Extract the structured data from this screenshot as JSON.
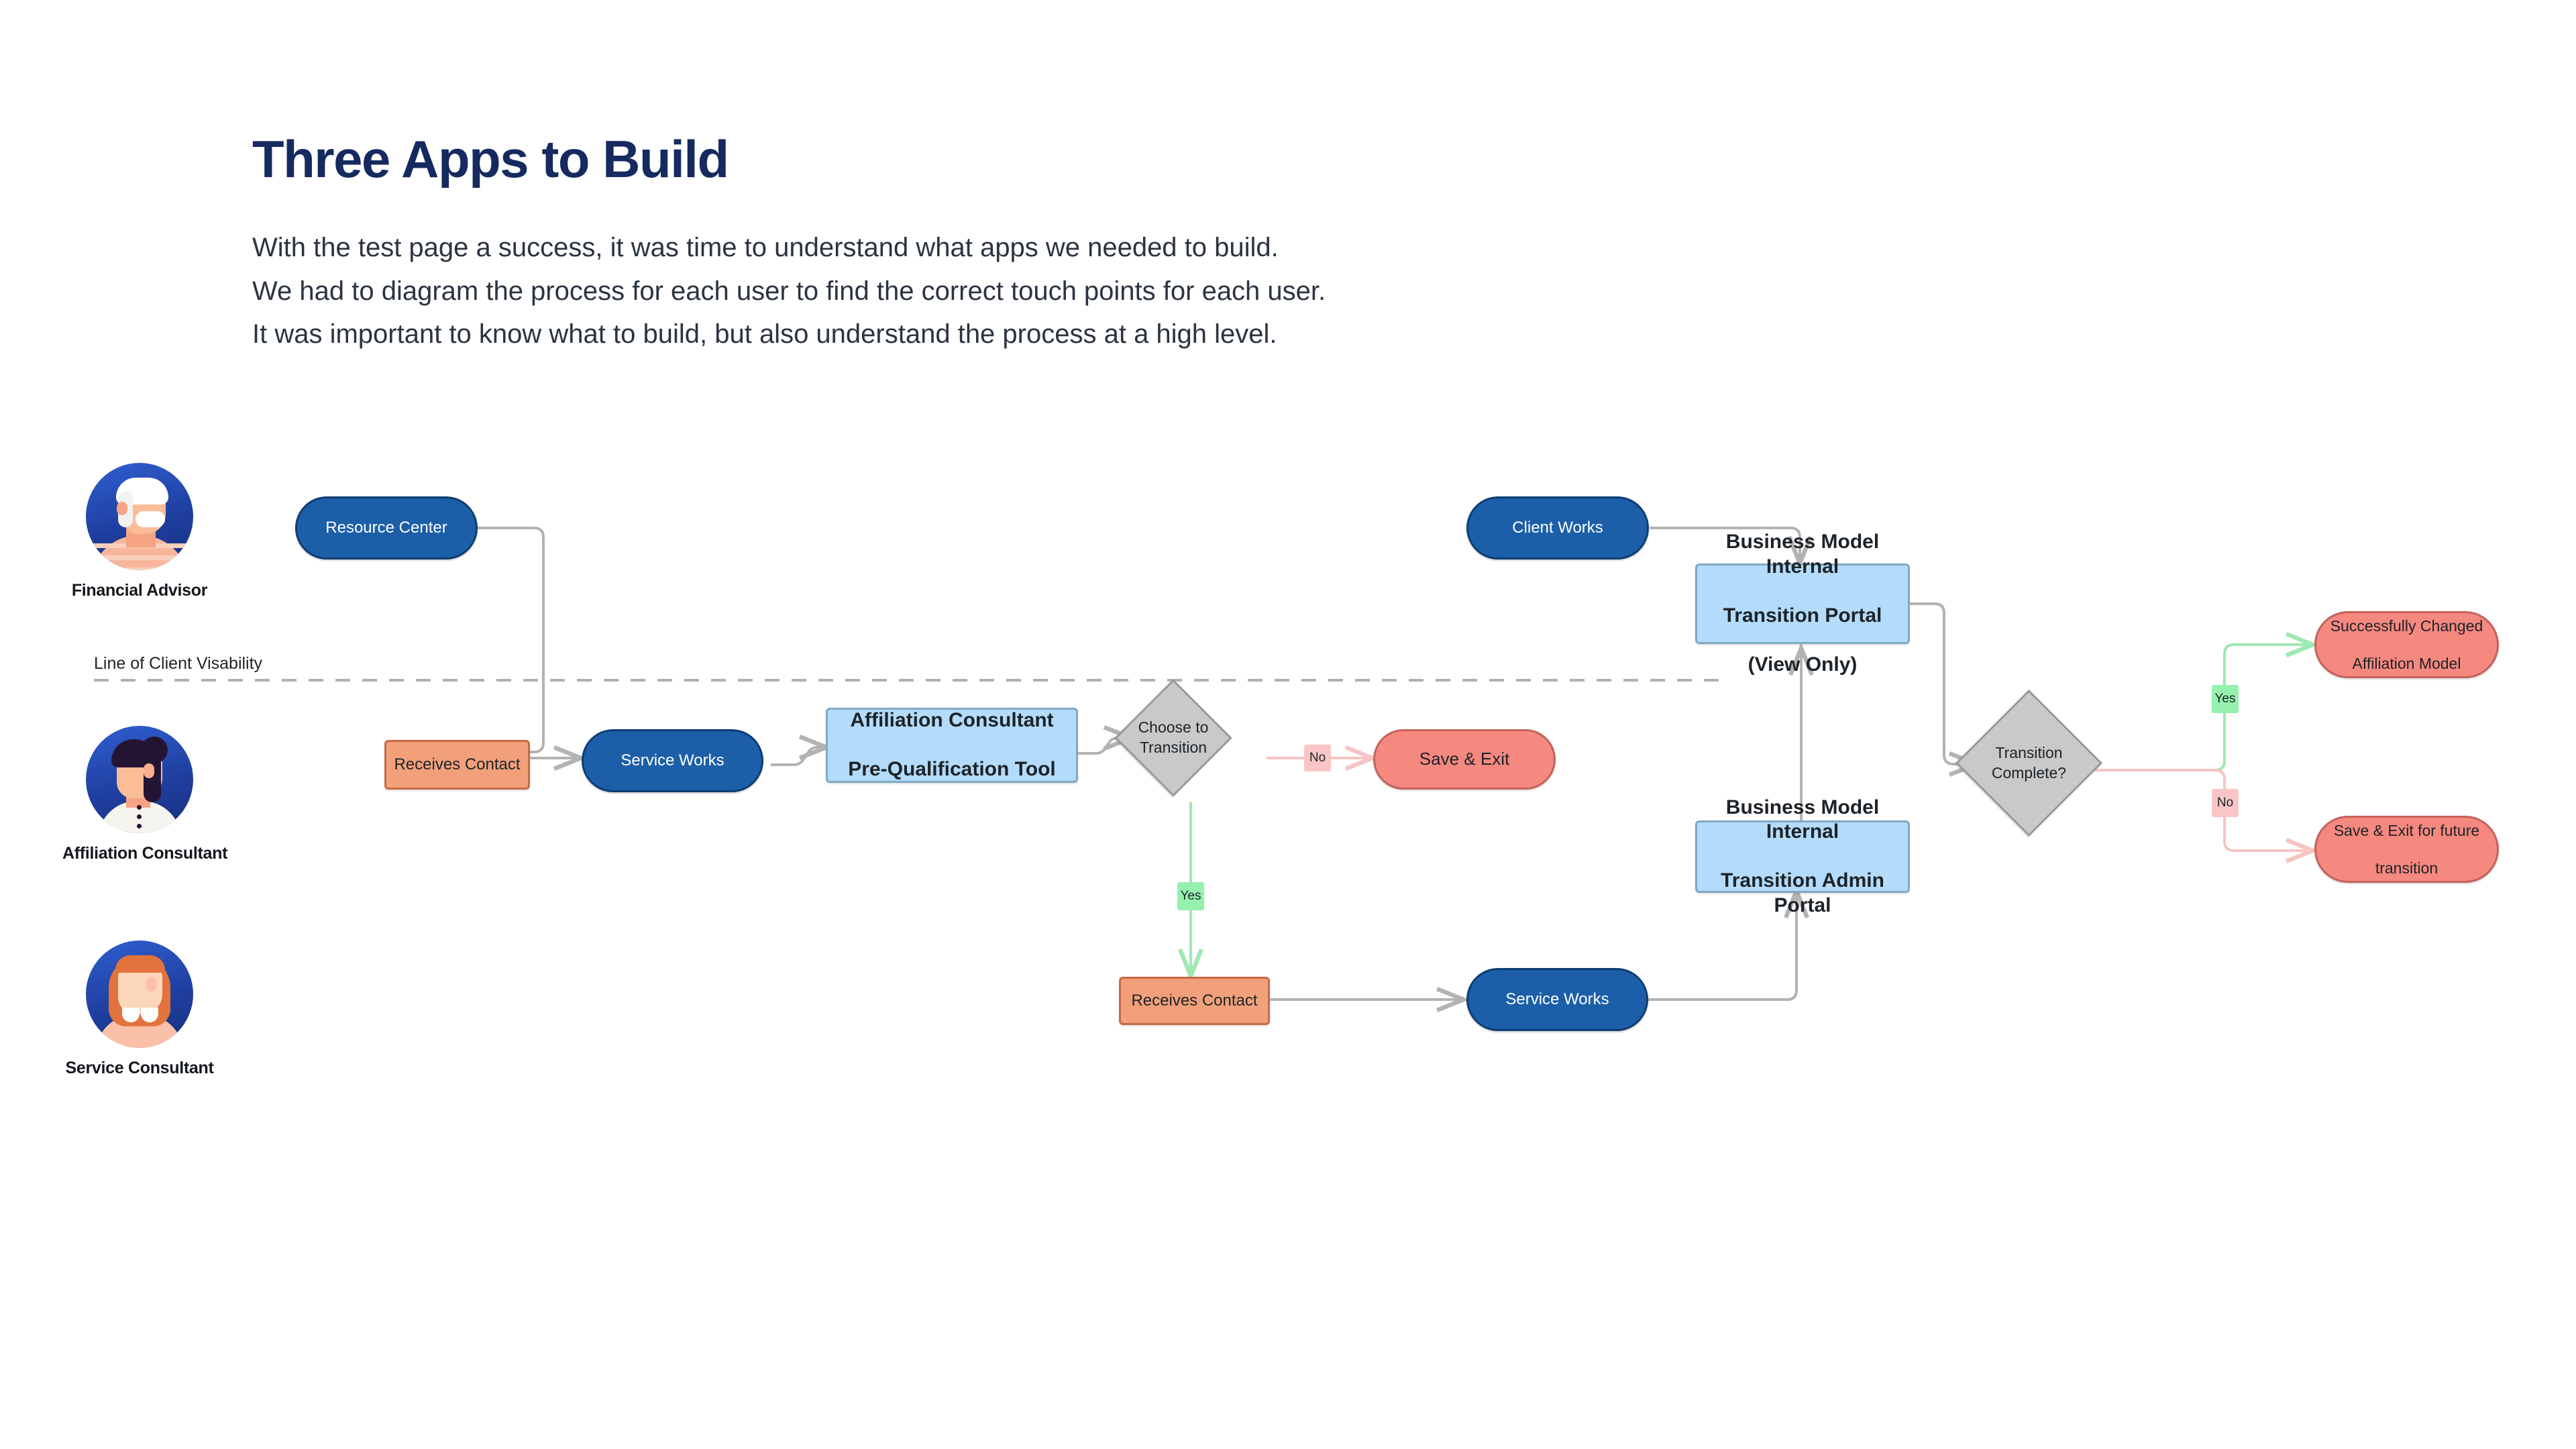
{
  "header": {
    "title": "Three Apps to Build",
    "paragraph_lines": [
      "With the test page a success, it was time to understand what apps we needed to build.",
      "We had to diagram the process for each user to find the correct touch points for each user.",
      "It was important to know what to build, but also understand the process at a high level."
    ]
  },
  "diagram": {
    "line_of_visibility_label": "Line of Client Visability",
    "personas": [
      {
        "name": "Financial Advisor",
        "icon": "avatar-financial-advisor"
      },
      {
        "name": "Affiliation Consultant",
        "icon": "avatar-affiliation-consultant"
      },
      {
        "name": "Service Consultant",
        "icon": "avatar-service-consultant"
      }
    ],
    "nodes": [
      {
        "id": "resource-center",
        "label": "Resource Center",
        "shape": "stadium",
        "color": "#1c5fa8"
      },
      {
        "id": "receives-contact-1",
        "label": "Receives Contact",
        "shape": "rect",
        "color": "#f2a07a"
      },
      {
        "id": "service-works-1",
        "label": "Service Works",
        "shape": "stadium",
        "color": "#1c5fa8"
      },
      {
        "id": "pre-qualification-tool",
        "label": "Affiliation Consultant Pre-Qualification Tool",
        "shape": "rect",
        "color": "#b4dcfa"
      },
      {
        "id": "choose-to-transition",
        "label": "Choose to Transition",
        "shape": "diamond",
        "color": "#c9c9c9"
      },
      {
        "id": "save-and-exit",
        "label": "Save & Exit",
        "shape": "stadium",
        "color": "#f5887f"
      },
      {
        "id": "receives-contact-2",
        "label": "Receives Contact",
        "shape": "rect",
        "color": "#f2a07a"
      },
      {
        "id": "service-works-2",
        "label": "Service Works",
        "shape": "stadium",
        "color": "#1c5fa8"
      },
      {
        "id": "client-works",
        "label": "Client Works",
        "shape": "stadium",
        "color": "#1c5fa8"
      },
      {
        "id": "transition-portal-view",
        "label": "Business Model Internal Transition Portal (View Only)",
        "shape": "rect",
        "color": "#b4dcfa"
      },
      {
        "id": "transition-portal-admin",
        "label": "Business Model Internal Transition Admin Portal",
        "shape": "rect",
        "color": "#b4dcfa"
      },
      {
        "id": "transition-complete",
        "label": "Transition Complete?",
        "shape": "diamond",
        "color": "#c9c9c9"
      },
      {
        "id": "successfully-changed",
        "label": "Successfully Changed Affiliation Model",
        "shape": "stadium",
        "color": "#f5887f"
      },
      {
        "id": "save-exit-future",
        "label": "Save & Exit for future transition",
        "shape": "stadium",
        "color": "#f5887f"
      }
    ],
    "node_text": {
      "resource_center": "Resource Center",
      "receives_contact_1": "Receives Contact",
      "service_works_1": "Service Works",
      "prequal_line1": "Affiliation Consultant",
      "prequal_line2": "Pre-Qualification Tool",
      "choose_line1": "Choose to",
      "choose_line2": "Transition",
      "save_and_exit": "Save & Exit",
      "receives_contact_2": "Receives Contact",
      "service_works_2": "Service Works",
      "client_works": "Client Works",
      "portal_view_line1": "Business Model Internal",
      "portal_view_line2": "Transition Portal",
      "portal_view_line3": "(View Only)",
      "portal_admin_line1": "Business Model Internal",
      "portal_admin_line2": "Transition Admin Portal",
      "complete_line1": "Transition",
      "complete_line2": "Complete?",
      "success_line1": "Successfully Changed",
      "success_line2": "Affiliation Model",
      "future_line1": "Save & Exit for future",
      "future_line2": "transition"
    },
    "edge_labels": {
      "choose_no": "No",
      "choose_yes": "Yes",
      "complete_yes": "Yes",
      "complete_no": "No"
    },
    "colors": {
      "title": "#152a5e",
      "body_text": "#2b3440",
      "blue_node": "#1c5fa8",
      "orange_node": "#f2a07a",
      "light_blue_node": "#b4dcfa",
      "red_node": "#f5887f",
      "diamond": "#c9c9c9",
      "connector": "#b3b3b3",
      "yes_green": "#96f0ae",
      "no_pink": "#fac5c5"
    }
  }
}
